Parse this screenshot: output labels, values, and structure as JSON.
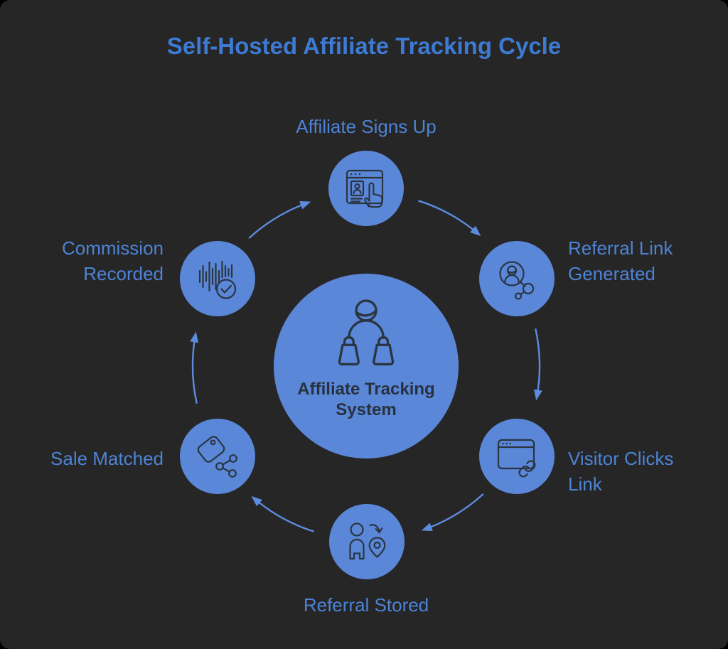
{
  "title": "Self-Hosted Affiliate Tracking Cycle",
  "center": {
    "label_line1": "Affiliate Tracking",
    "label_line2": "System",
    "icon": "affiliate-network-icon"
  },
  "nodes": [
    {
      "id": "affiliate-signs-up",
      "label": "Affiliate Signs Up",
      "icon": "signup-form-click-icon"
    },
    {
      "id": "referral-link-generated",
      "label": "Referral Link Generated",
      "icon": "user-share-network-icon"
    },
    {
      "id": "visitor-clicks-link",
      "label": "Visitor Clicks Link",
      "icon": "browser-link-icon"
    },
    {
      "id": "referral-stored",
      "label": "Referral Stored",
      "icon": "person-to-location-icon"
    },
    {
      "id": "sale-matched",
      "label": "Sale Matched",
      "icon": "price-tag-share-icon"
    },
    {
      "id": "commission-recorded",
      "label": "Commission Recorded",
      "icon": "waveform-check-icon"
    }
  ],
  "flow": {
    "direction": "clockwise",
    "sequence": [
      "Affiliate Signs Up",
      "Referral Link Generated",
      "Visitor Clicks Link",
      "Referral Stored",
      "Sale Matched",
      "Commission Recorded"
    ]
  },
  "colors": {
    "background": "#262626",
    "accent_fill": "#5b87d8",
    "title_text": "#3d7ad3",
    "label_text": "#4d83d6",
    "icon_stroke": "#2a3540",
    "arrow": "#5d8bde",
    "center_text": "#28323f"
  }
}
